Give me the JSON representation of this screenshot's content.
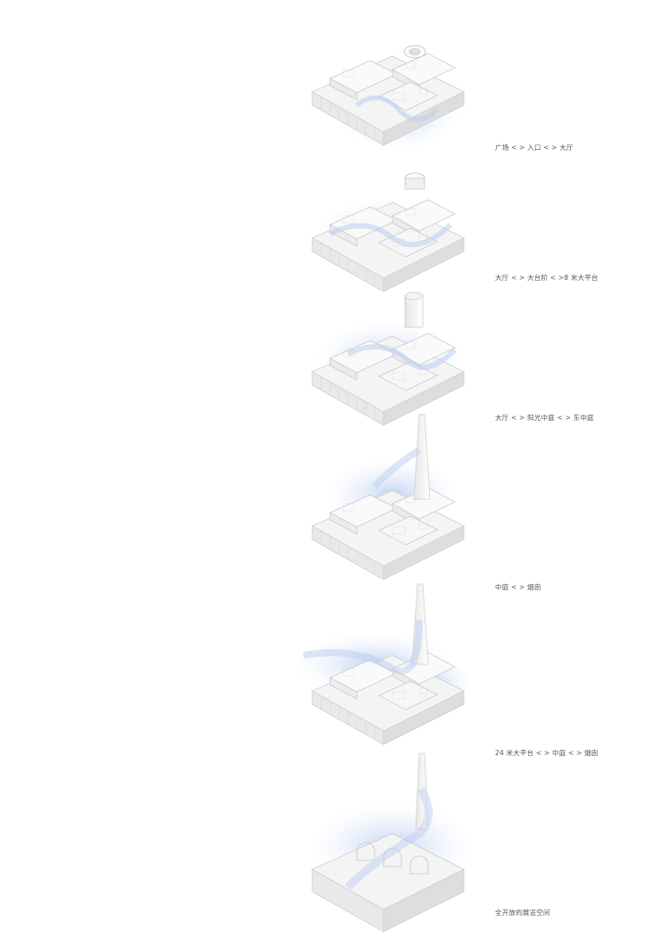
{
  "captions": [
    "广场 < > 入口 < > 大厅",
    "大厅 < > 大台阶 < >8 米大平台",
    "大厅 < > 阳光中庭 < > 东中庭",
    "中庭 < > 烟囱",
    "24 米大平台 < > 中庭 < > 烟囱",
    "全开放的展览空间"
  ],
  "colors": {
    "airflow": "#cfdcf5",
    "building": "#f2f2f2",
    "edge": "#c8c8c8",
    "caption": "#555555"
  }
}
